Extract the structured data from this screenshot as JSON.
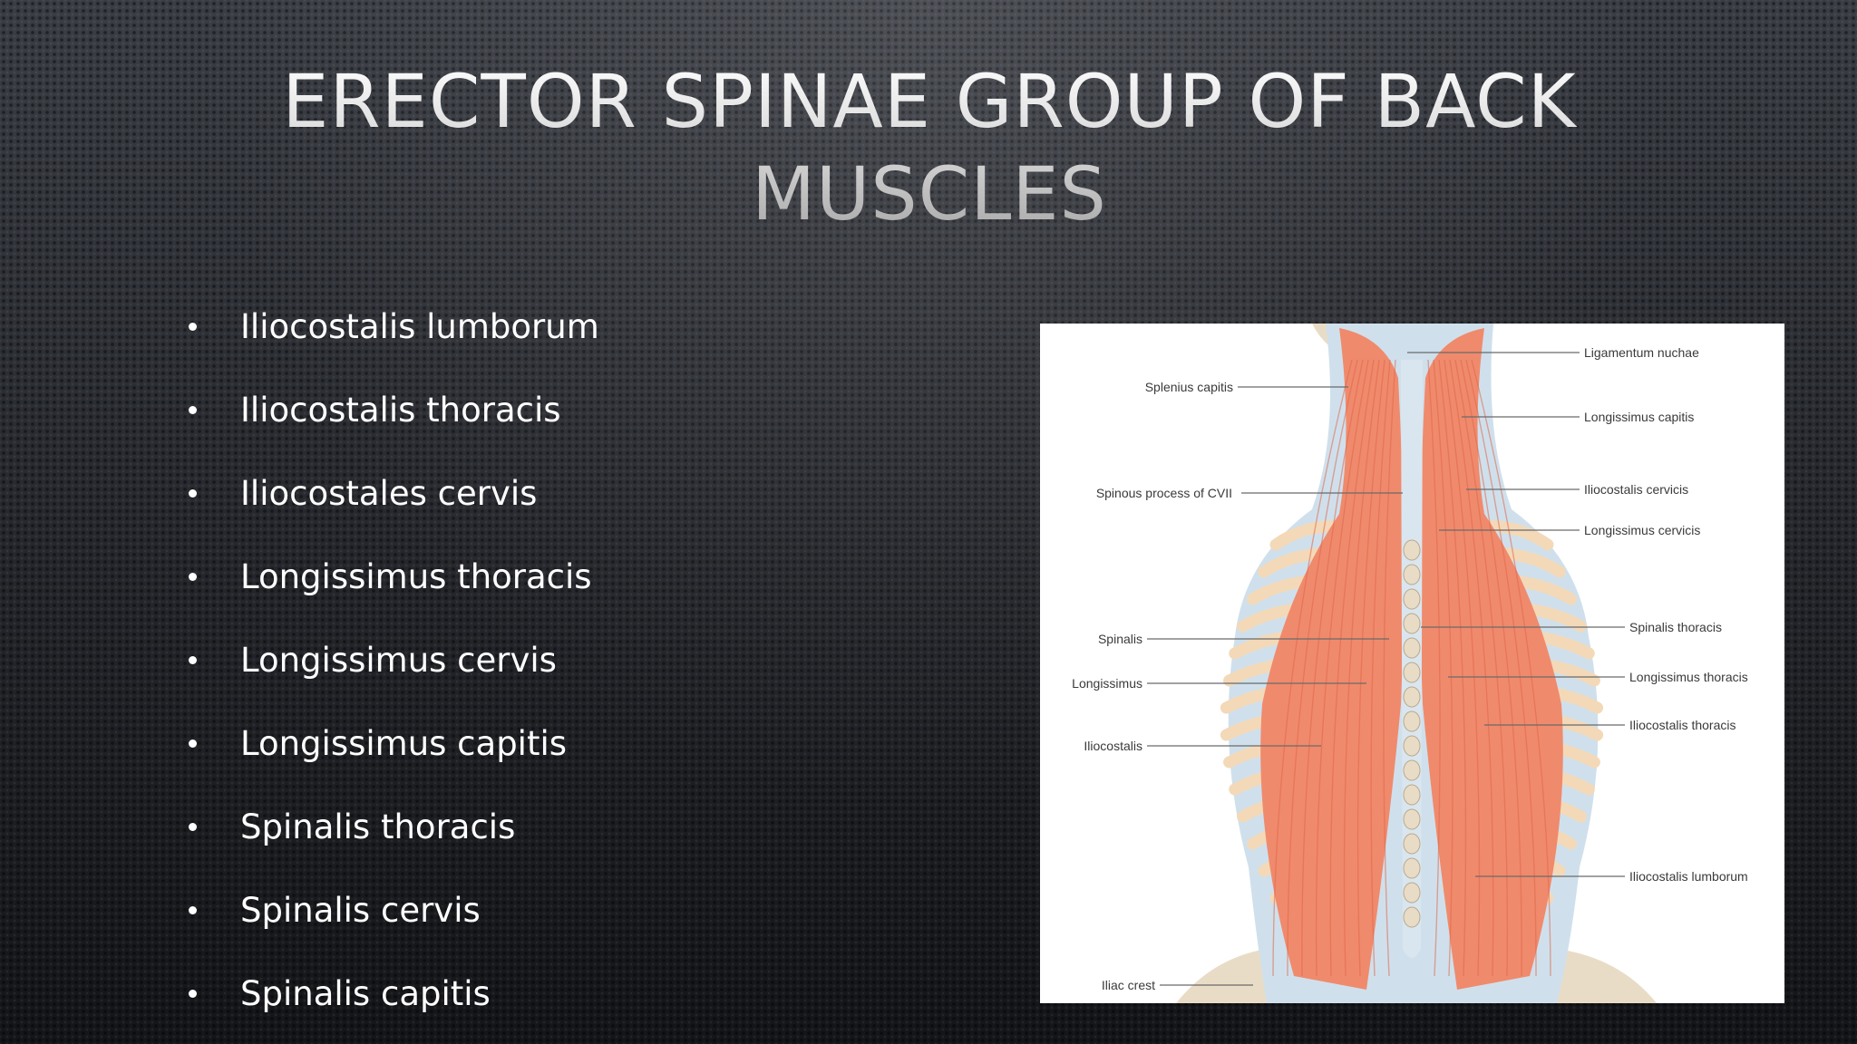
{
  "slide": {
    "title_line1": "ERECTOR SPINAE GROUP OF BACK",
    "title_line2": "MUSCLES",
    "bullets": [
      "Iliocostalis lumborum",
      "Iliocostalis thoracis",
      "Iliocostales cervis",
      "Longissimus thoracis",
      "Longissimus cervis",
      "Longissimus capitis",
      "Spinalis thoracis",
      "Spinalis cervis",
      "Spinalis capitis"
    ]
  },
  "figure": {
    "labels_left": {
      "splenius_capitis": "Splenius capitis",
      "spinous_process": "Spinous process of CVII",
      "spinalis": "Spinalis",
      "longissimus": "Longissimus",
      "iliocostalis": "Iliocostalis",
      "iliac_crest": "Iliac crest"
    },
    "labels_right": {
      "ligamentum_nuchae": "Ligamentum nuchae",
      "longissimus_capitis": "Longissimus capitis",
      "iliocostalis_cervicis": "Iliocostalis cervicis",
      "longissimus_cervicis": "Longissimus cervicis",
      "spinalis_thoracis": "Spinalis thoracis",
      "longissimus_thoracis": "Longissimus thoracis",
      "iliocostalis_thoracis": "Iliocostalis thoracis",
      "iliocostalis_lumborum": "Iliocostalis lumborum"
    },
    "colors": {
      "muscle": "#f08a6c",
      "muscle_dark": "#e0674a",
      "rib": "#f3d9b8",
      "fascia": "#cfe0ec",
      "bone": "#e9dcc6"
    }
  }
}
